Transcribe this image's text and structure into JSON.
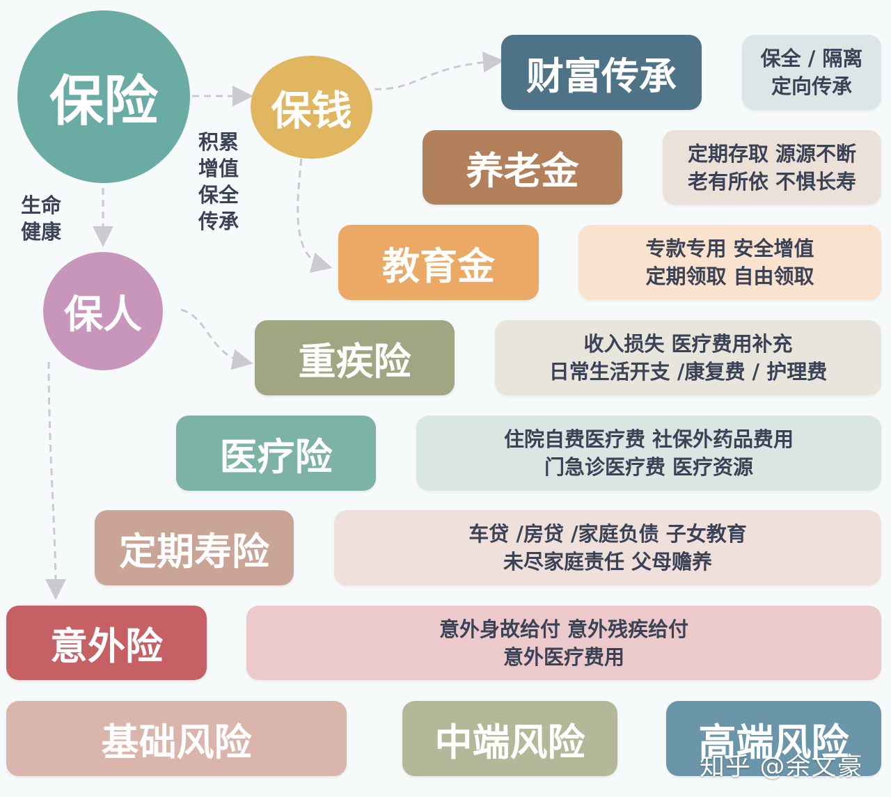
{
  "root": {
    "label": "保险",
    "color": "#6aaba3"
  },
  "branches": {
    "money": {
      "label": "保钱",
      "color": "#e0b660",
      "edge_label": [
        "积累",
        "增值",
        "保全",
        "传承"
      ]
    },
    "people": {
      "label": "保人",
      "color": "#c896bb",
      "edge_label": [
        "生命",
        "健康"
      ]
    }
  },
  "money_items": [
    {
      "label": "财富传承",
      "color": "#4e7286",
      "desc": [
        "保全 / 隔离",
        "定向传承"
      ],
      "desc_color": "#dde6e6"
    },
    {
      "label": "养老金",
      "color": "#b2805a",
      "desc": [
        "定期存取 源源不断",
        "老有所依 不惧长寿"
      ],
      "desc_color": "#ebe1d9"
    },
    {
      "label": "教育金",
      "color": "#eba965",
      "desc": [
        "专款专用 安全增值",
        "定期领取 自由领取"
      ],
      "desc_color": "#f9e3cf"
    }
  ],
  "people_items": [
    {
      "label": "重疾险",
      "color": "#a1a582",
      "desc": [
        "收入损失 医疗费用补充",
        "日常生活开支 /康复费 / 护理费"
      ],
      "desc_color": "#e8e5dc"
    },
    {
      "label": "医疗险",
      "color": "#7cb3a4",
      "desc": [
        "住院自费医疗费  社保外药品费用",
        "门急诊医疗费 医疗资源"
      ],
      "desc_color": "#d9e6e2"
    },
    {
      "label": "定期寿险",
      "color": "#c9a497",
      "desc": [
        "车贷 /房贷 /家庭负债 子女教育",
        "未尽家庭责任  父母赡养"
      ],
      "desc_color": "#f0e0db"
    },
    {
      "label": "意外险",
      "color": "#c56165",
      "desc": [
        "意外身故给付 意外残疾给付",
        "意外医疗费用"
      ],
      "desc_color": "#eccacb"
    }
  ],
  "risk_levels": [
    {
      "label": "基础风险",
      "color": "#d9b5ab"
    },
    {
      "label": "中端风险",
      "color": "#b4b898"
    },
    {
      "label": "高端风险",
      "color": "#6b95a8"
    }
  ],
  "watermark": "知乎 @余文豪",
  "connector_color": "#c9cbcf"
}
